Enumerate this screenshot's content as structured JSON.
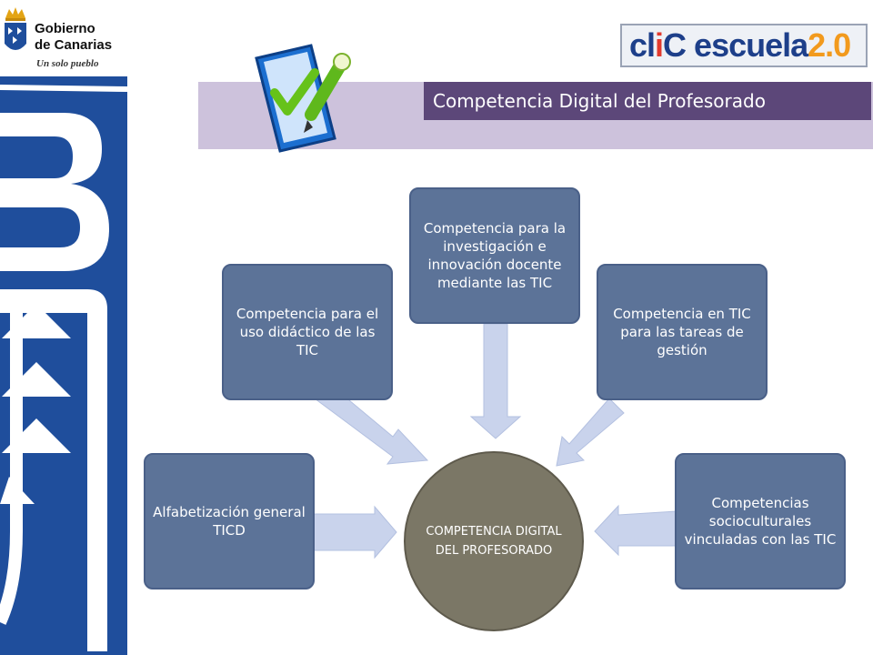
{
  "logo": {
    "name_line1": "Gobierno",
    "name_line2": "de Canarias",
    "tagline": "Un solo pueblo"
  },
  "brand_logo": {
    "part1": "cl",
    "part2": "i",
    "part3": "C escuela",
    "part4": "2.0"
  },
  "header": {
    "title": "Competencia Digital del Profesorado"
  },
  "diagram": {
    "center": "COMPETENCIA DIGITAL DEL PROFESORADO",
    "nodes": [
      "Alfabetización general TICD",
      "Competencia para el uso didáctico de las TIC",
      "Competencia para la investigación e innovación docente mediante las TIC",
      "Competencia en TIC para las tareas de gestión",
      "Competencias socioculturales vinculadas con las TIC"
    ]
  },
  "colors": {
    "left_band": "#1f4e9c",
    "header_title_bg": "#5c4779",
    "header_light_bg": "#cdc2dc",
    "node_fill": "#5c7398",
    "center_fill": "#7b7766",
    "arrow_fill": "#c9d3ec"
  },
  "icons": [
    "crest-icon",
    "clipboard-check-icon"
  ]
}
